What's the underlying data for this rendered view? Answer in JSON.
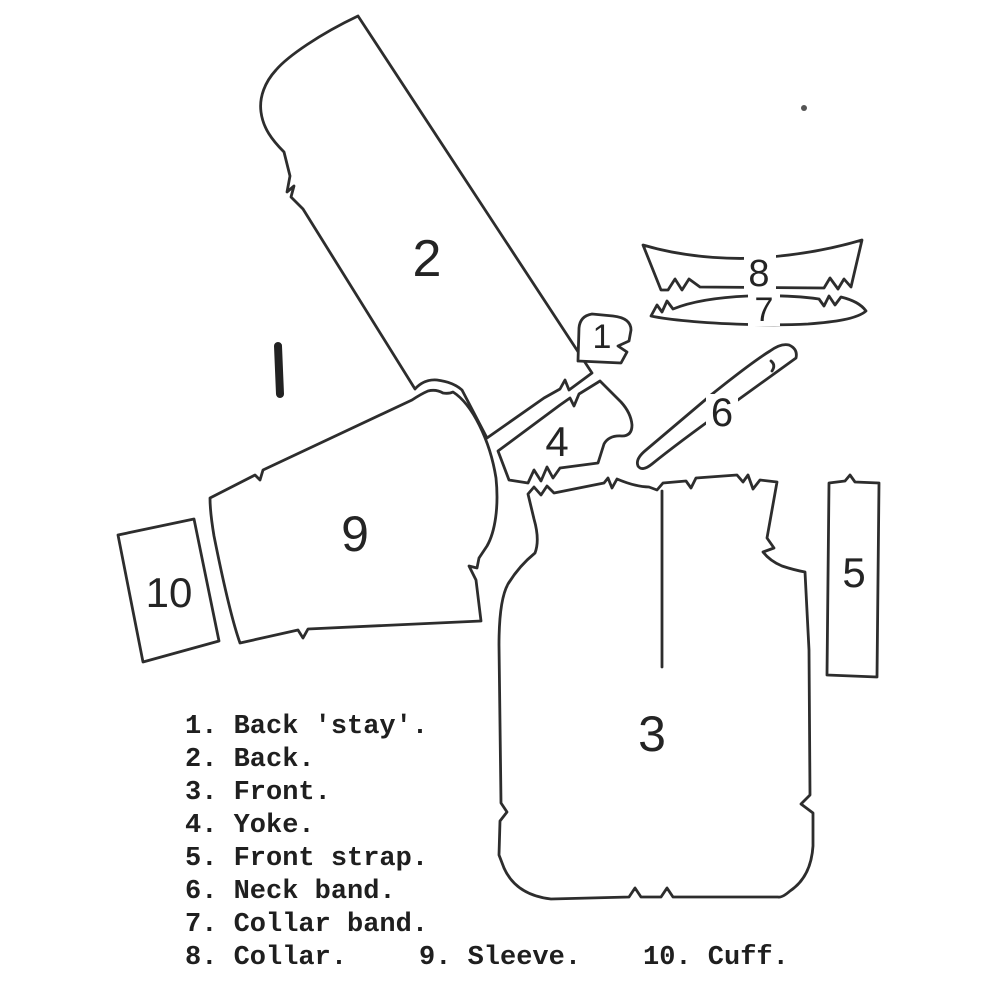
{
  "colors": {
    "background": "#ffffff",
    "ink": "#2d2d2d",
    "text": "#1f1f1f"
  },
  "diagram": {
    "description": "Shirt sewing-pattern cutting layout with ten numbered pieces",
    "piece_labels": {
      "p1": "1",
      "p2": "2",
      "p3": "3",
      "p4": "4",
      "p5": "5",
      "p6": "6",
      "p7": "7",
      "p8": "8",
      "p9": "9",
      "p10": "10"
    }
  },
  "legend": {
    "items": [
      "1. Back 'stay'.",
      "2. Back.",
      "3. Front.",
      "4. Yoke.",
      "5. Front strap.",
      "6. Neck band.",
      "7. Collar band.",
      "8. Collar."
    ],
    "inline_items": [
      "9. Sleeve.",
      "10. Cuff."
    ]
  }
}
